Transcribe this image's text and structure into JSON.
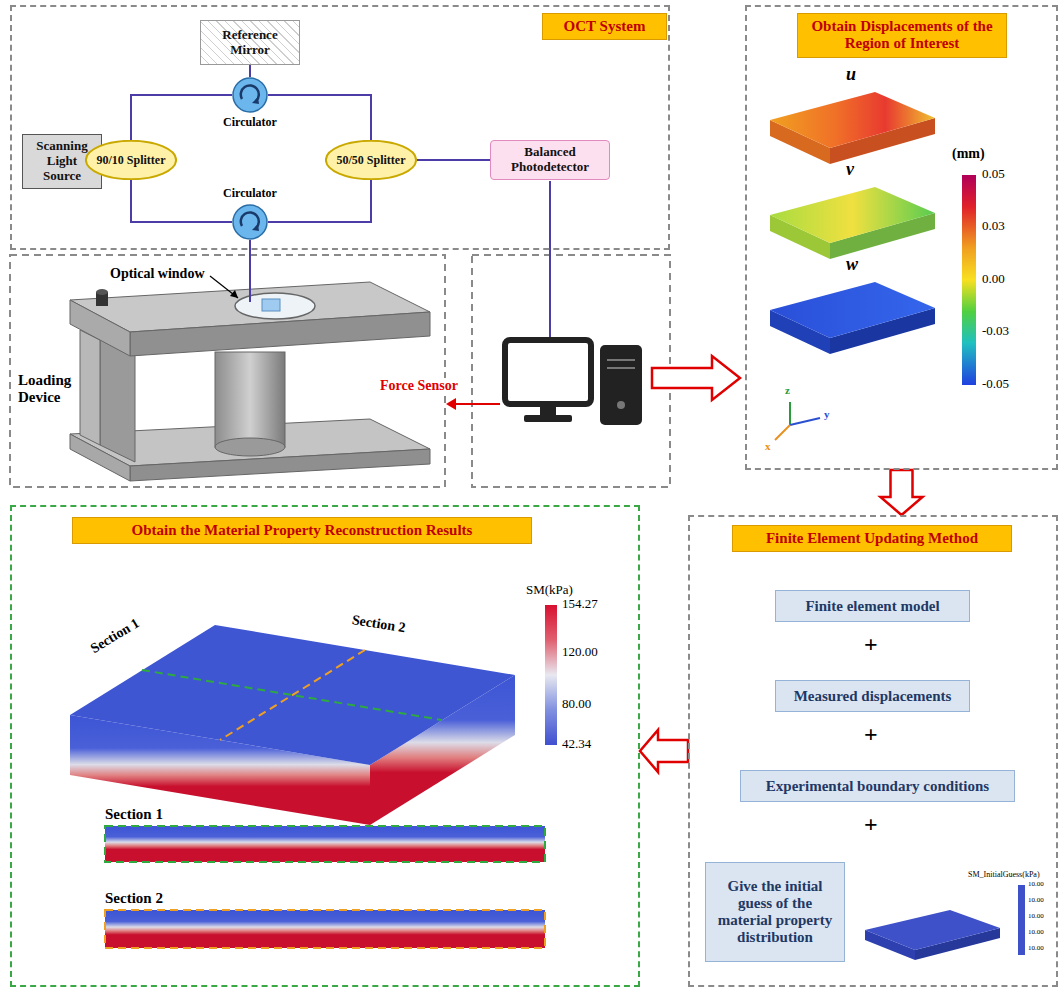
{
  "diagram": {
    "nodes": [
      {
        "text": [
          "OCT System"
        ]
      },
      {
        "text": [
          "Reference Mirror"
        ],
        "in": 0
      },
      {
        "text": [
          "Scanning Light Source"
        ],
        "in": 0
      },
      {
        "text": [
          "90/10 Splitter"
        ],
        "in": 0
      },
      {
        "text": [
          "Circulator"
        ],
        "in": 0
      },
      {
        "text": [
          "Circulator"
        ],
        "in": 0
      },
      {
        "text": [
          "50/50 Splitter"
        ],
        "in": 0
      },
      {
        "text": [
          "Balanced Photodetector"
        ],
        "in": 0
      },
      {
        "text": [
          "Obtain Displacements of the Region of Interest"
        ]
      },
      {
        "text": [
          "Finite Element Updating Method"
        ]
      },
      {
        "text": [
          "Finite element model"
        ],
        "in": 9
      },
      {
        "text": [
          "Measured displacements"
        ],
        "in": 9
      },
      {
        "text": [
          "Experimental boundary conditions"
        ],
        "in": 9
      },
      {
        "text": [
          "Give the initial guess of the material property distribution"
        ],
        "in": 9
      },
      {
        "text": [
          "Obtain the Material Property Reconstruction Results"
        ]
      }
    ],
    "edges": [
      {
        "from": 2,
        "to": 3,
        "arrow": "none"
      },
      {
        "from": 3,
        "to": 4,
        "arrow": "none"
      },
      {
        "from": 3,
        "to": 5,
        "arrow": "none"
      },
      {
        "from": 4,
        "to": 1,
        "arrow": "none"
      },
      {
        "from": 4,
        "to": 6,
        "arrow": "none"
      },
      {
        "from": 5,
        "to": 6,
        "arrow": "none"
      },
      {
        "from": 6,
        "to": 7,
        "arrow": "none"
      },
      {
        "from": 8,
        "to": 9,
        "arrow": "to"
      },
      {
        "from": 9,
        "to": 14,
        "arrow": "to"
      }
    ],
    "labels": [
      "Optical window",
      "Loading Device",
      "Force Sensor",
      "u",
      "v",
      "w",
      "(mm)",
      "0.05",
      "0.03",
      "0.00",
      "-0.03",
      "-0.05",
      "z",
      "y",
      "x",
      "Section 1",
      "Section 2",
      "SM(kPa)",
      "154.27",
      "120.00",
      "80.00",
      "42.34",
      "Section 1",
      "Section 2",
      "+",
      "+",
      "+",
      "SM_InitialGuess(kPa)",
      "10.00",
      "10.00",
      "10.00",
      "10.00",
      "10.00"
    ]
  }
}
